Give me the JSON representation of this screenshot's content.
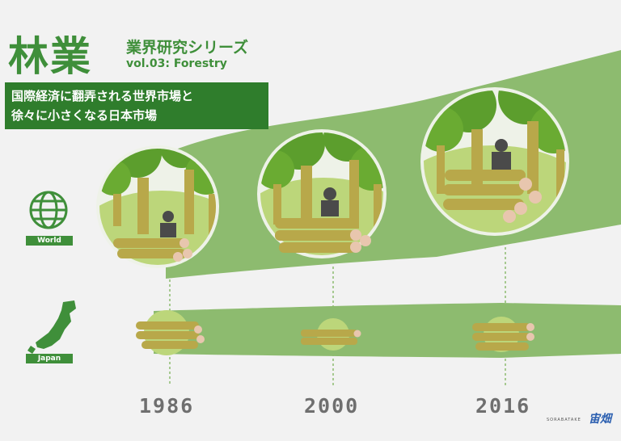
{
  "title": {
    "kanji": "林業",
    "subtitle": "業界研究シリーズ",
    "vol": "vol.03: Forestry"
  },
  "headline": {
    "line1": "国際経済に翻弄される世界市場と",
    "line2": "徐々に小さくなる日本市場"
  },
  "labels": {
    "world": "World",
    "japan": "Japan"
  },
  "years": [
    "1986",
    "2000",
    "2016"
  ],
  "logo": {
    "small": "SORABATAKE",
    "main": "宙畑"
  },
  "colors": {
    "accent": "#3f8f3a",
    "band": "#8dbb6f",
    "tree": "#5c9e2d",
    "trunk": "#b8a84a",
    "log": "#e8c6ae"
  },
  "icons": [
    "globe-icon",
    "japan-map-icon",
    "worker-icon",
    "log-pile-icon",
    "tree-icon"
  ]
}
